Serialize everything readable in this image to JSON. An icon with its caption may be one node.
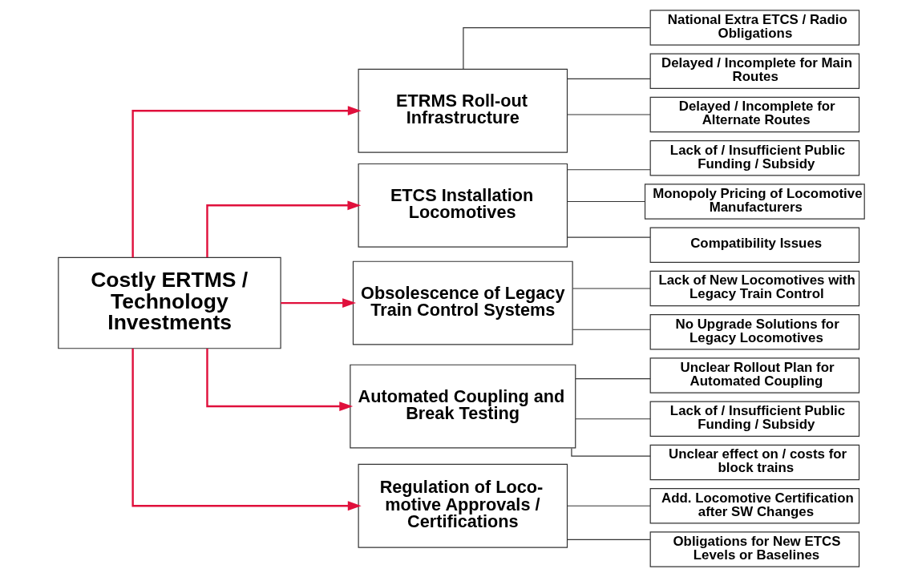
{
  "diagram": {
    "nodes": [
      {
        "text": [
          "Costly ERTMS / Technology Investments"
        ]
      },
      {
        "text": [
          "ETRMS Roll-out Infrastructure"
        ]
      },
      {
        "text": [
          "National Extra ETCS / Radio Obligations"
        ]
      },
      {
        "text": [
          "Delayed / Incomplete for Main Routes"
        ]
      },
      {
        "text": [
          "Delayed / Incomplete for Alternate Routes"
        ]
      },
      {
        "text": [
          "ETCS Installation Locomotives"
        ]
      },
      {
        "text": [
          "Lack of / Insufficient Public Funding / Subsidy"
        ]
      },
      {
        "text": [
          "Monopoly Pricing of Locomotive Manufacturers"
        ]
      },
      {
        "text": [
          "Compatibility Issues"
        ]
      },
      {
        "text": [
          "Obsolescence of Legacy Train Control Systems"
        ]
      },
      {
        "text": [
          "Lack of New Locomotives with Legacy Train Control"
        ]
      },
      {
        "text": [
          "No Upgrade Solutions for Legacy Locomotives"
        ]
      },
      {
        "text": [
          "Automated Coupling and Break Testing"
        ]
      },
      {
        "text": [
          "Unclear Rollout Plan for Automated Coupling"
        ]
      },
      {
        "text": [
          "Lack of / Insufficient Public Funding / Subsidy"
        ]
      },
      {
        "text": [
          "Unclear effect on / costs for block trains"
        ]
      },
      {
        "text": [
          "Regulation of Loco- motive Approvals / Certifications"
        ]
      },
      {
        "text": [
          "Add. Locomotive Certification after SW Changes"
        ]
      },
      {
        "text": [
          "Obligations for New ETCS Levels or Baselines"
        ]
      }
    ],
    "edges": [
      {
        "from": 0,
        "to": 1,
        "arrow": "to",
        "color": "#e0103c"
      },
      {
        "from": 0,
        "to": 5,
        "arrow": "to",
        "color": "#e0103c"
      },
      {
        "from": 0,
        "to": 9,
        "arrow": "to",
        "color": "#e0103c"
      },
      {
        "from": 0,
        "to": 12,
        "arrow": "to",
        "color": "#e0103c"
      },
      {
        "from": 0,
        "to": 16,
        "arrow": "to",
        "color": "#e0103c"
      },
      {
        "from": 1,
        "to": 2,
        "arrow": "none"
      },
      {
        "from": 1,
        "to": 3,
        "arrow": "none"
      },
      {
        "from": 1,
        "to": 4,
        "arrow": "none"
      },
      {
        "from": 5,
        "to": 6,
        "arrow": "none"
      },
      {
        "from": 5,
        "to": 7,
        "arrow": "none"
      },
      {
        "from": 5,
        "to": 8,
        "arrow": "none"
      },
      {
        "from": 9,
        "to": 10,
        "arrow": "none"
      },
      {
        "from": 9,
        "to": 11,
        "arrow": "none"
      },
      {
        "from": 12,
        "to": 13,
        "arrow": "none"
      },
      {
        "from": 12,
        "to": 14,
        "arrow": "none"
      },
      {
        "from": 12,
        "to": 15,
        "arrow": "none"
      },
      {
        "from": 16,
        "to": 17,
        "arrow": "none"
      },
      {
        "from": 16,
        "to": 18,
        "arrow": "none"
      }
    ]
  }
}
